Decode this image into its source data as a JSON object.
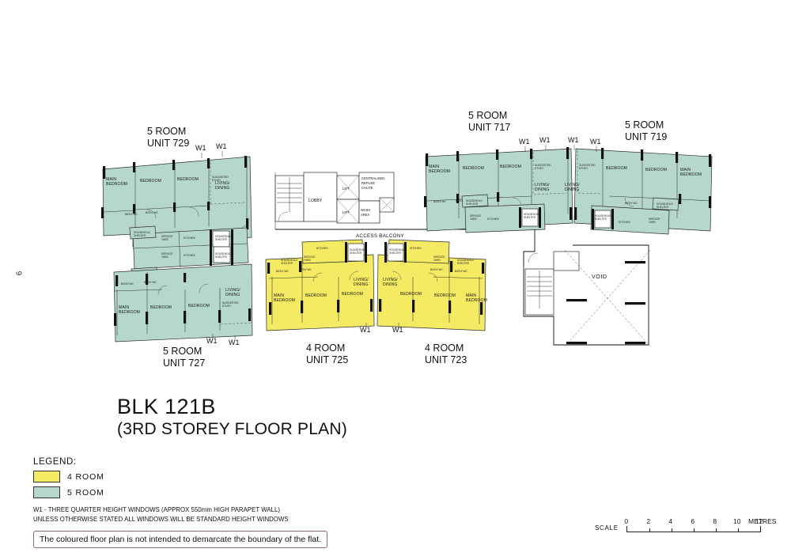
{
  "document": {
    "page_number": "6",
    "title": "BLK 121B",
    "subtitle": "(3RD STOREY FLOOR PLAN)"
  },
  "legend": {
    "heading": "LEGEND:",
    "items": [
      {
        "label": "4  ROOM",
        "color": "#f4ea63"
      },
      {
        "label": "5  ROOM",
        "color": "#b6d8cb"
      }
    ],
    "notes": [
      "W1 - THREE QUARTER HEIGHT WINDOWS (APPROX 550mm HIGH PARAPET WALL)",
      "UNLESS OTHERWISE STATED ALL WINDOWS WILL BE STANDARD HEIGHT WINDOWS"
    ],
    "disclaimer": "The coloured floor plan is not intended to demarcate the boundary of the flat."
  },
  "scale": {
    "word": "SCALE",
    "ticks": [
      "0",
      "2",
      "4",
      "6",
      "8",
      "10",
      "12"
    ],
    "unit": "METRES"
  },
  "units": [
    {
      "id": "729",
      "type": "5 ROOM",
      "label": "5 ROOM",
      "unit_label": "UNIT 729",
      "color": "#b6d8cb"
    },
    {
      "id": "727",
      "type": "5 ROOM",
      "label": "5 ROOM",
      "unit_label": "UNIT 727",
      "color": "#b6d8cb"
    },
    {
      "id": "717",
      "type": "5 ROOM",
      "label": "5 ROOM",
      "unit_label": "UNIT 717",
      "color": "#b6d8cb"
    },
    {
      "id": "719",
      "type": "5 ROOM",
      "label": "5 ROOM",
      "unit_label": "UNIT 719",
      "color": "#b6d8cb"
    },
    {
      "id": "725",
      "type": "4 ROOM",
      "label": "4 ROOM",
      "unit_label": "UNIT 725",
      "color": "#f4ea63"
    },
    {
      "id": "723",
      "type": "4 ROOM",
      "label": "4 ROOM",
      "unit_label": "UNIT 723",
      "color": "#f4ea63"
    }
  ],
  "rooms": {
    "main_bedroom": "MAIN\nBEDROOM",
    "bedroom": "BEDROOM",
    "living_dining": "LIVING/\nDINING",
    "kitchen": "KITCHEN",
    "bath_wc": "BATH/ WC",
    "suggested_study": "SUGGESTED\nSTUDY",
    "household_shelter": "HOUSEHOLD\nSHELTER",
    "service_yard": "SERVICE\nYARD"
  },
  "core": {
    "lobby": "LOBBY",
    "lift": "LIFT",
    "refuse_chute": "CENTRALISED\nREFUSE\nCHUTE",
    "wash_area": "WASH\nAREA",
    "access_balcony": "ACCESS BALCONY",
    "void": "VOID"
  },
  "window_label": "W1"
}
